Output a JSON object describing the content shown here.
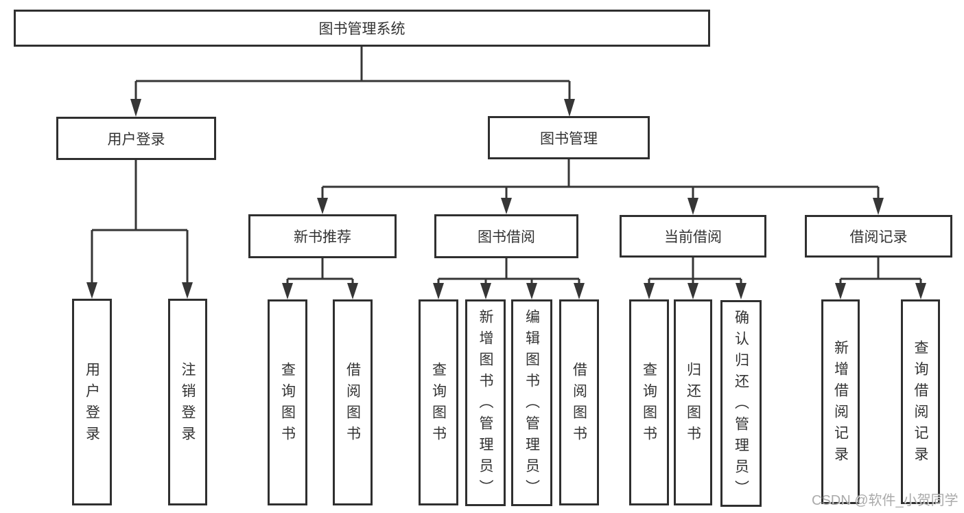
{
  "diagram": {
    "type": "hierarchy-structure-chart",
    "colors": {
      "line": "#363636",
      "border": "#2f2f2f",
      "text": "#333333",
      "background": "#ffffff",
      "watermark": "#9c9c9c"
    },
    "nodes": {
      "root": {
        "label": "图书管理系统"
      },
      "user_login": {
        "label": "用户登录"
      },
      "book_mgmt": {
        "label": "图书管理"
      },
      "new_book_rec": {
        "label": "新书推荐"
      },
      "book_borrow": {
        "label": "图书借阅"
      },
      "current_borrow": {
        "label": "当前借阅"
      },
      "borrow_record": {
        "label": "借阅记录"
      },
      "leaf_user_login": {
        "label": "用户登录"
      },
      "leaf_logout": {
        "label": "注销登录"
      },
      "leaf_query_book_rec": {
        "label": "查询图书"
      },
      "leaf_borrow_book_rec": {
        "label": "借阅图书"
      },
      "leaf_query_book_borrow": {
        "label": "查询图书"
      },
      "leaf_add_book": {
        "label": "新增图书（管理员）"
      },
      "leaf_edit_book": {
        "label": "编辑图书（管理员）"
      },
      "leaf_borrow_book": {
        "label": "借阅图书"
      },
      "leaf_query_book_current": {
        "label": "查询图书"
      },
      "leaf_return_book": {
        "label": "归还图书"
      },
      "leaf_confirm_return": {
        "label": "确认归还（管理员）"
      },
      "leaf_add_record": {
        "label": "新增借阅记录"
      },
      "leaf_query_record": {
        "label": "查询借阅记录"
      }
    },
    "watermark": {
      "text": "CSDN @软件_小贺同学"
    }
  }
}
